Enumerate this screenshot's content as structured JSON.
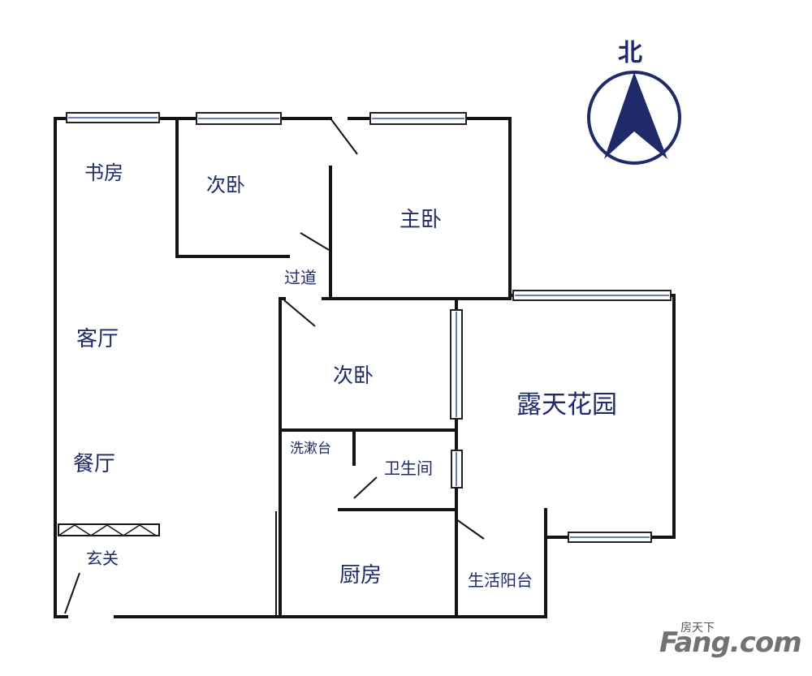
{
  "rooms": {
    "study": "书房",
    "second_bedroom_north": "次卧",
    "master_bedroom": "主卧",
    "corridor": "过道",
    "living_room": "客厅",
    "second_bedroom_middle": "次卧",
    "terrace_garden": "露天花园",
    "washbasin": "洗漱台",
    "bathroom": "卫生间",
    "dining_room": "餐厅",
    "entrance": "玄关",
    "kitchen": "厨房",
    "utility_balcony": "生活阳台"
  },
  "compass": {
    "label": "北",
    "icon": "north-arrow-icon"
  },
  "watermark": {
    "cn": "房天下",
    "brand": "Fang.com"
  },
  "colors": {
    "label": "#1f2a6b",
    "compass": "#1f2a6b",
    "wall": "#141414",
    "window": "#3a4fa0"
  }
}
